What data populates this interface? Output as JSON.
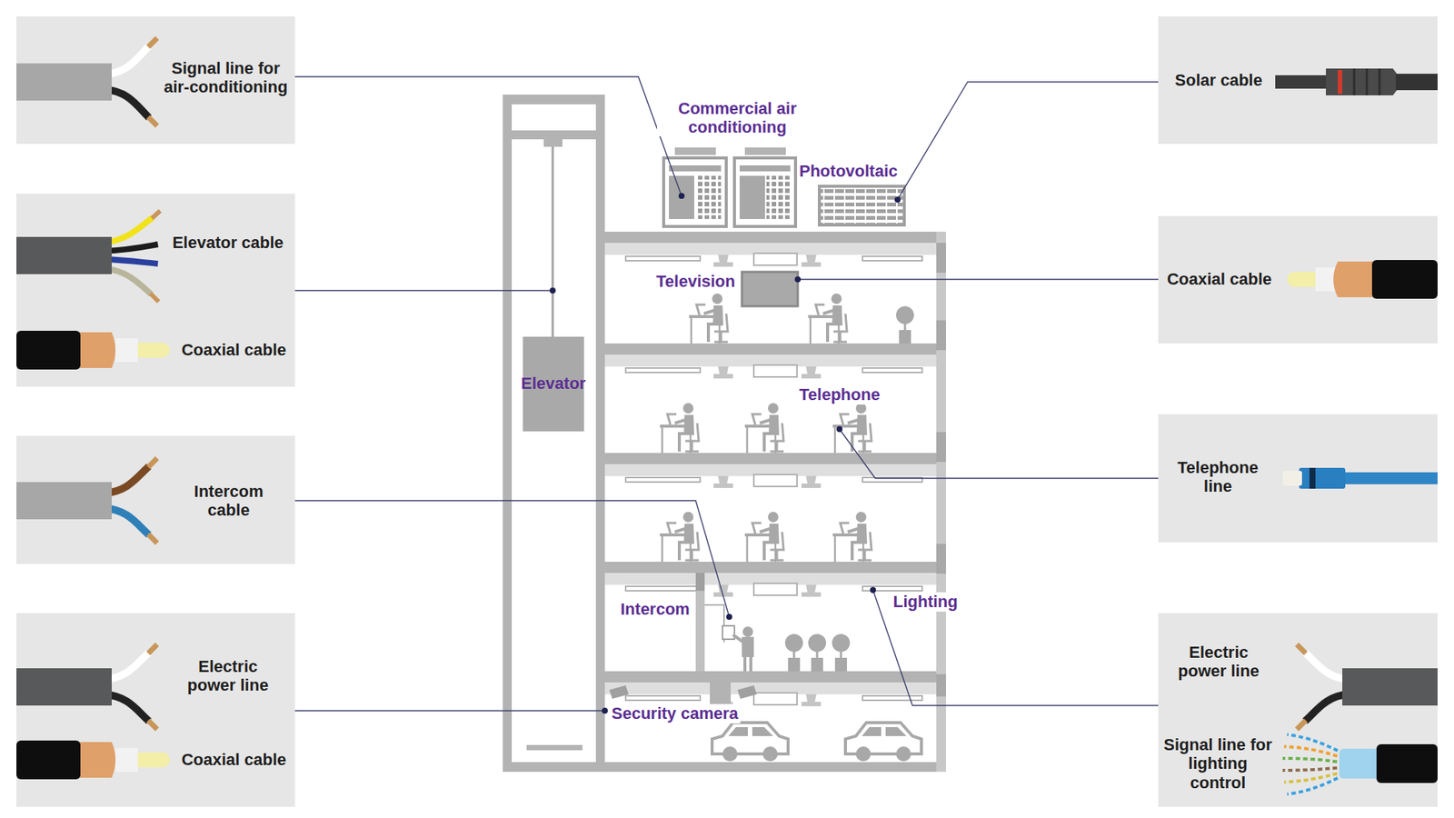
{
  "diagram": {
    "nodes": [
      {
        "text": [
          "Signal line for air-conditioning"
        ]
      },
      {
        "text": [
          "Elevator cable",
          "Coaxial cable"
        ]
      },
      {
        "text": [
          "Intercom cable"
        ]
      },
      {
        "text": [
          "Electric power line",
          "Coaxial cable"
        ]
      },
      {
        "text": [
          "Solar cable"
        ]
      },
      {
        "text": [
          "Coaxial cable"
        ]
      },
      {
        "text": [
          "Telephone line"
        ]
      },
      {
        "text": [
          "Electric power line",
          "Signal line for lighting control"
        ]
      }
    ],
    "labels": [
      "Commercial air conditioning",
      "Photovoltaic",
      "Television",
      "Elevator",
      "Telephone",
      "Intercom",
      "Lighting",
      "Security camera"
    ]
  }
}
